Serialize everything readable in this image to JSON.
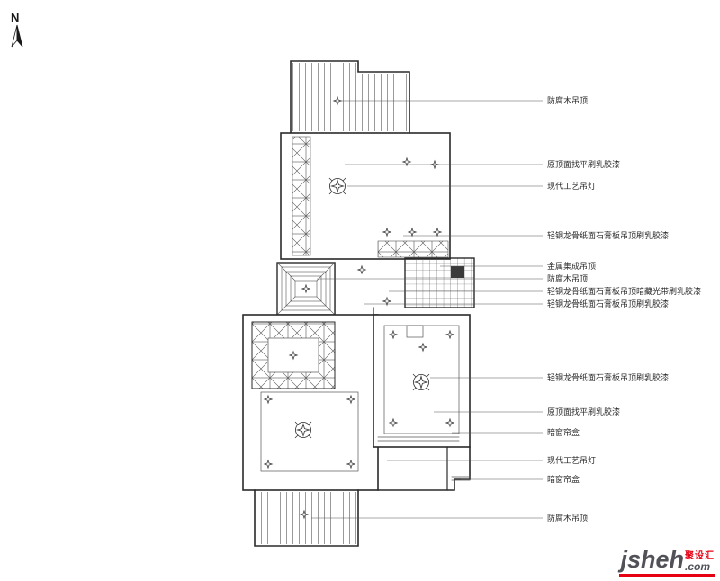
{
  "compass": {
    "label": "N"
  },
  "annotations": [
    {
      "text": "防腐木吊顶"
    },
    {
      "text": "原顶面找平刷乳胶漆"
    },
    {
      "text": "现代工艺吊灯"
    },
    {
      "text": "轻钢龙骨纸面石膏板吊顶刷乳胶漆"
    },
    {
      "text": "金属集成吊顶"
    },
    {
      "text": "防腐木吊顶"
    },
    {
      "text": "轻钢龙骨纸面石膏板吊顶暗藏光带刷乳胶漆"
    },
    {
      "text": "轻钢龙骨纸面石膏板吊顶刷乳胶漆"
    },
    {
      "text": "轻钢龙骨纸面石膏板吊顶刷乳胶漆"
    },
    {
      "text": "原顶面找平刷乳胶漆"
    },
    {
      "text": "暗窗帘盒"
    },
    {
      "text": "现代工艺吊灯"
    },
    {
      "text": "暗窗帘盒"
    },
    {
      "text": "防腐木吊顶"
    }
  ],
  "logo": {
    "latin": "jsheh",
    "tld": ".com",
    "cjk": "聚设汇"
  },
  "colors": {
    "line": "#2a2a2a",
    "hatch": "#555555",
    "label": "#2a2a2a",
    "logo_red": "#e60012",
    "logo_dark": "#515258"
  }
}
